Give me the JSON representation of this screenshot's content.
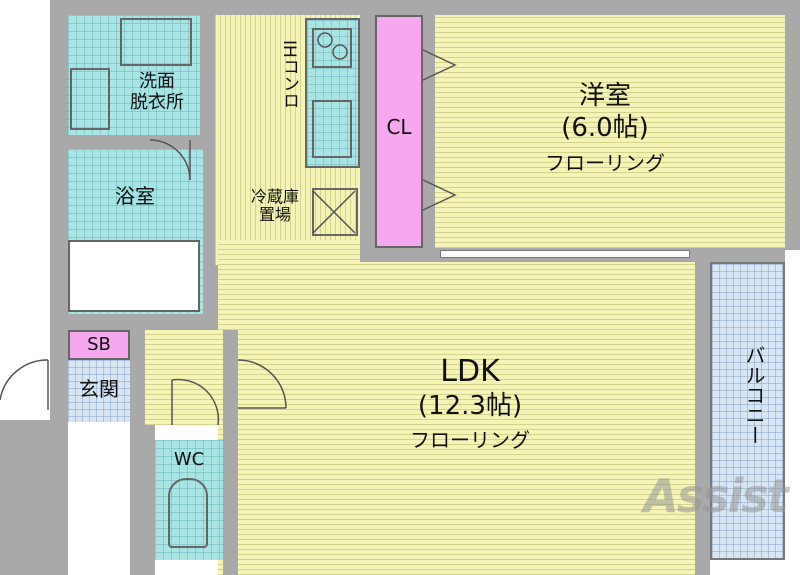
{
  "rooms": {
    "western_room": {
      "name": "洋室",
      "size": "(6.0帖)",
      "floor": "フローリング"
    },
    "ldk": {
      "name": "LDK",
      "size": "(12.3帖)",
      "floor": "フローリング"
    },
    "washroom": {
      "line1": "洗面",
      "line2": "脱衣所"
    },
    "bathroom": {
      "name": "浴室"
    },
    "entrance": {
      "name": "玄関"
    },
    "shoe_box": {
      "name": "SB"
    },
    "toilet": {
      "name": "WC"
    },
    "closet": {
      "name": "CL"
    },
    "balcony": {
      "name": "バルコニー"
    },
    "fridge": {
      "line1": "冷蔵庫",
      "line2": "置場"
    },
    "stove": {
      "name": "IHコンロ"
    }
  },
  "logo": {
    "text": "Assist"
  },
  "colors": {
    "floor": "#f4f4b6",
    "wet_area": "#a8e4e4",
    "closet": "#f6a8ee",
    "balcony": "#d8e6f4",
    "wall": "#a9a9a9"
  }
}
